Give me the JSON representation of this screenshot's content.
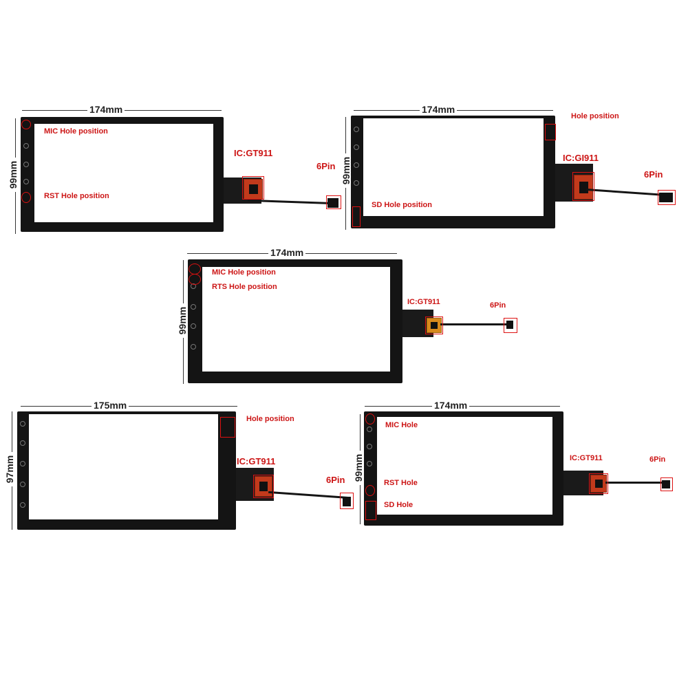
{
  "panels": [
    {
      "width_label": "174mm",
      "height_label": "99mm",
      "ic_label": "IC:GT911",
      "pin_label": "6Pin",
      "hole_labels": [
        "MIC Hole position",
        "RST Hole position"
      ]
    },
    {
      "width_label": "174mm",
      "height_label": "99mm",
      "ic_label": "IC:GI911",
      "pin_label": "6Pin",
      "hole_labels": [
        "Hole position",
        "SD Hole position"
      ]
    },
    {
      "width_label": "174mm",
      "height_label": "99mm",
      "ic_label": "IC:GT911",
      "pin_label": "6Pin",
      "hole_labels": [
        "MIC Hole position",
        "RTS Hole position"
      ]
    },
    {
      "width_label": "175mm",
      "height_label": "97mm",
      "ic_label": "IC:GT911",
      "pin_label": "6Pin",
      "hole_labels": [
        "Hole position"
      ]
    },
    {
      "width_label": "174mm",
      "height_label": "99mm",
      "ic_label": "IC:GT911",
      "pin_label": "6Pin",
      "hole_labels": [
        "MIC Hole",
        "RST Hole",
        "SD Hole"
      ]
    }
  ]
}
